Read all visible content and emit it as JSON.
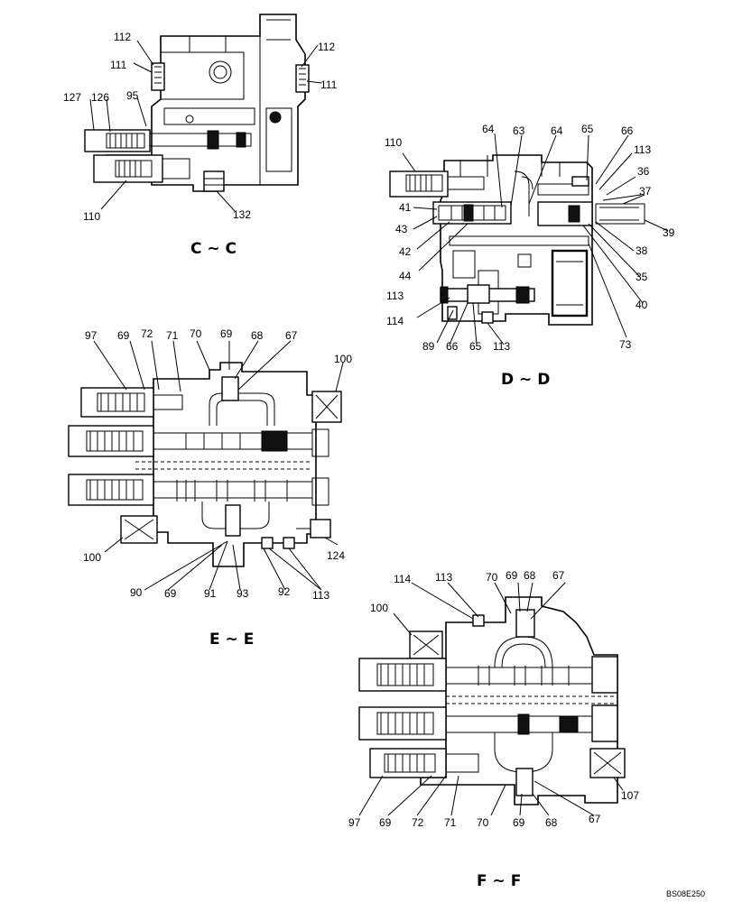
{
  "sections": {
    "cc": {
      "title": "C ~ C",
      "labels": [
        "112",
        "111",
        "112",
        "111",
        "127",
        "126",
        "95",
        "110",
        "132"
      ]
    },
    "dd": {
      "title": "D ~ D",
      "labels": [
        "110",
        "64",
        "63",
        "64",
        "65",
        "66",
        "113",
        "36",
        "37",
        "41",
        "43",
        "39",
        "42",
        "38",
        "44",
        "35",
        "40",
        "113",
        "114",
        "89",
        "66",
        "65",
        "113",
        "73"
      ]
    },
    "ee": {
      "title": "E ~ E",
      "labels": [
        "97",
        "69",
        "72",
        "71",
        "70",
        "69",
        "68",
        "67",
        "100",
        "100",
        "124",
        "90",
        "69",
        "91",
        "93",
        "92",
        "113"
      ]
    },
    "ff": {
      "title": "F ~ F",
      "labels": [
        "114",
        "113",
        "70",
        "69",
        "68",
        "67",
        "100",
        "107",
        "97",
        "69",
        "72",
        "71",
        "70",
        "69",
        "68",
        "67"
      ]
    }
  },
  "drawing_code": "BS08E250"
}
